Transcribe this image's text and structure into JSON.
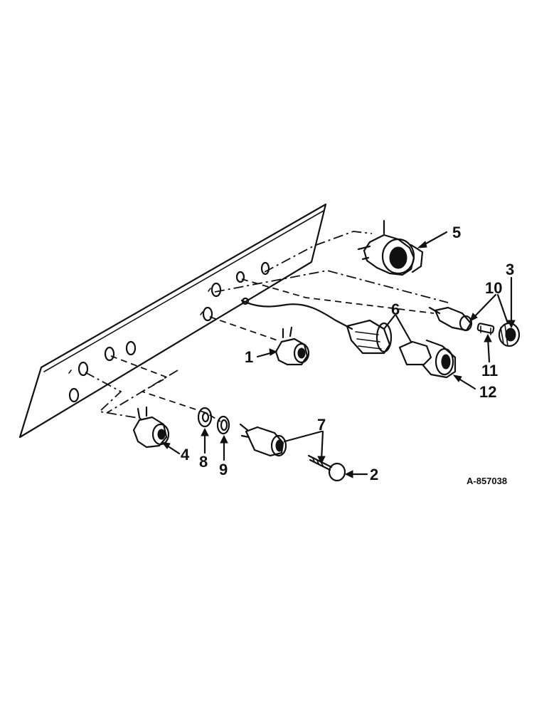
{
  "diagram": {
    "reference_number": "A-857038",
    "callouts": {
      "c1": "1",
      "c2": "2",
      "c3": "3",
      "c4": "4",
      "c5": "5",
      "c6": "6",
      "c7": "7",
      "c8": "8",
      "c9": "9",
      "c10": "10",
      "c11": "11",
      "c12": "12"
    }
  }
}
